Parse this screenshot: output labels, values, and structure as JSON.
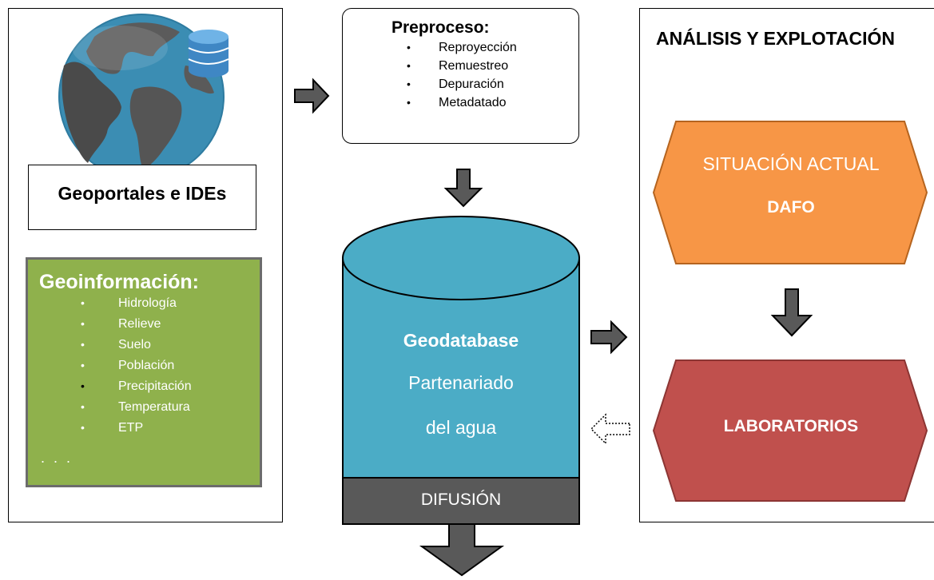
{
  "left": {
    "title": "Geoportales e IDEs",
    "geoinfo_title": "Geoinformación:",
    "geoinfo_items": [
      "Hidrología",
      "Relieve",
      "Suelo",
      "Población",
      "Precipitación",
      "Temperatura",
      "ETP"
    ],
    "ellipsis": ". . ."
  },
  "preproceso": {
    "title": "Preproceso:",
    "items": [
      "Reproyección",
      "Remuestreo",
      "Depuración",
      "Metadatado"
    ]
  },
  "database": {
    "title": "Geodatabase",
    "line1": "Partenariado",
    "line2": "del agua",
    "footer": "DIFUSIÓN"
  },
  "analysis": {
    "title": "ANÁLISIS Y EXPLOTACIÓN",
    "situacion": "SITUACIÓN ACTUAL",
    "dafo": "DAFO",
    "laboratorios": "LABORATORIOS"
  },
  "colors": {
    "geoinfo_green": "#8fb14c",
    "cylinder_blue": "#4bacc6",
    "difusion_gray": "#595959",
    "situacion_orange": "#f79646",
    "labs_red": "#c0504d",
    "arrow_gray": "#595959"
  },
  "icons": [
    "globe-icon",
    "database-icon"
  ]
}
